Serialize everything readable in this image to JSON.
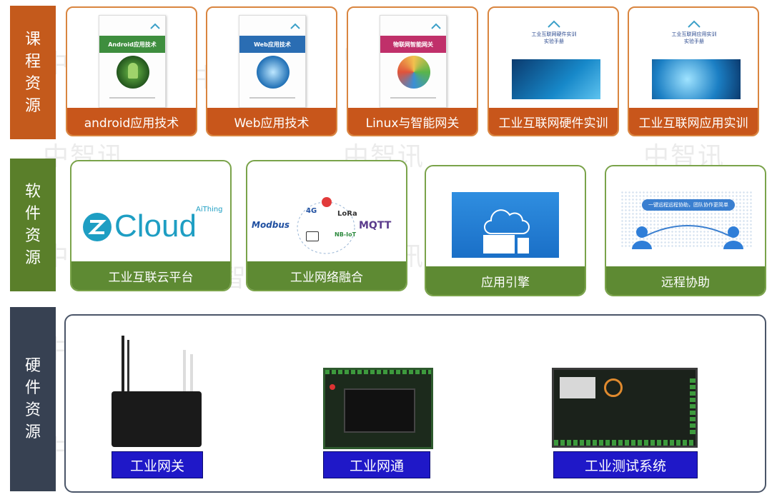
{
  "categories": {
    "courses": [
      "课",
      "程",
      "资",
      "源"
    ],
    "software": [
      "软",
      "件",
      "资",
      "源"
    ],
    "hardware": [
      "硬",
      "件",
      "资",
      "源"
    ]
  },
  "courses": [
    {
      "label": "android应用技术",
      "book_title": "Android应用技术",
      "band_color": "#3e8e3e"
    },
    {
      "label": "Web应用技术",
      "book_title": "Web应用技术",
      "band_color": "#2a6db3"
    },
    {
      "label": "Linux与智能网关",
      "book_title": "物联网智能网关",
      "band_color": "#c0306a"
    },
    {
      "label": "工业互联网硬件实训",
      "manual_title": "工业互联网硬件实训\n实验手册"
    },
    {
      "label": "工业互联网应用实训",
      "manual_title": "工业互联网应用实训\n实验手册"
    }
  ],
  "software": [
    {
      "label": "工业互联云平台",
      "logo_text": "Cloud",
      "logo_sup": "AiThing"
    },
    {
      "label": "工业网络融合",
      "protocols": [
        "Modbus",
        "4G",
        "LoRa",
        "MQTT",
        "NB-IoT"
      ]
    },
    {
      "label": "应用引擎"
    },
    {
      "label": "远程协助",
      "banner": "一键远程远程协助，团队协作更简单"
    }
  ],
  "hardware": [
    {
      "label": "工业网关"
    },
    {
      "label": "工业网通"
    },
    {
      "label": "工业测试系统"
    }
  ],
  "watermark": "中智讯",
  "colors": {
    "course_orange": "#c8561b",
    "software_green": "#5e8a33",
    "hardware_dark": "#374152",
    "hardware_label_blue": "#1f18c8"
  }
}
